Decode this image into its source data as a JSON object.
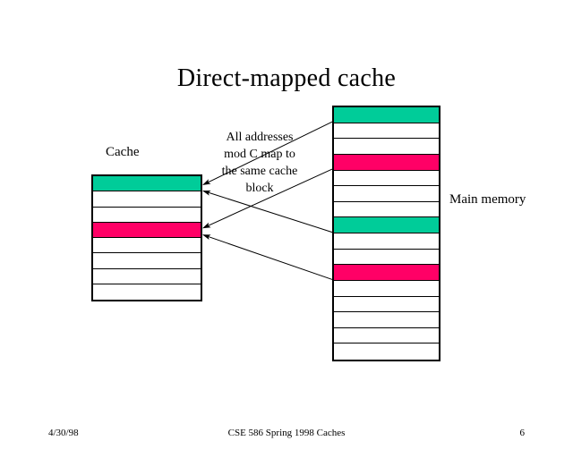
{
  "slide": {
    "title": "Direct-mapped cache",
    "annotation_lines": [
      "All addresses",
      "mod C map to",
      "the same cache",
      "block"
    ],
    "cache_label": "Cache",
    "memory_label": "Main memory"
  },
  "colors": {
    "green": "#00CC99",
    "pink": "#FF0066",
    "outline": "#000000",
    "background": "#FFFFFF"
  },
  "diagram": {
    "cache": {
      "label": "Cache",
      "block_count": 8,
      "blocks": [
        {
          "index": 0,
          "fill": "#00CC99"
        },
        {
          "index": 1,
          "fill": "#FFFFFF"
        },
        {
          "index": 2,
          "fill": "#FFFFFF"
        },
        {
          "index": 3,
          "fill": "#FF0066"
        },
        {
          "index": 4,
          "fill": "#FFFFFF"
        },
        {
          "index": 5,
          "fill": "#FFFFFF"
        },
        {
          "index": 6,
          "fill": "#FFFFFF"
        },
        {
          "index": 7,
          "fill": "#FFFFFF"
        }
      ]
    },
    "main_memory": {
      "label": "Main memory",
      "block_count": 16,
      "blocks": [
        {
          "index": 0,
          "fill": "#00CC99"
        },
        {
          "index": 1,
          "fill": "#FFFFFF"
        },
        {
          "index": 2,
          "fill": "#FFFFFF"
        },
        {
          "index": 3,
          "fill": "#FF0066"
        },
        {
          "index": 4,
          "fill": "#FFFFFF"
        },
        {
          "index": 5,
          "fill": "#FFFFFF"
        },
        {
          "index": 6,
          "fill": "#FFFFFF"
        },
        {
          "index": 7,
          "fill": "#00CC99"
        },
        {
          "index": 8,
          "fill": "#FFFFFF"
        },
        {
          "index": 9,
          "fill": "#FFFFFF"
        },
        {
          "index": 10,
          "fill": "#FF0066"
        },
        {
          "index": 11,
          "fill": "#FFFFFF"
        },
        {
          "index": 12,
          "fill": "#FFFFFF"
        },
        {
          "index": 13,
          "fill": "#FFFFFF"
        },
        {
          "index": 14,
          "fill": "#FFFFFF"
        },
        {
          "index": 15,
          "fill": "#FFFFFF"
        }
      ]
    },
    "mappings": [
      {
        "from_memory_block": 0,
        "to_cache_block": 0
      },
      {
        "from_memory_block": 7,
        "to_cache_block": 0
      },
      {
        "from_memory_block": 3,
        "to_cache_block": 3
      },
      {
        "from_memory_block": 10,
        "to_cache_block": 3
      }
    ]
  },
  "footer": {
    "date": "4/30/98",
    "center": "CSE 586 Spring 1998 Caches",
    "page": "6"
  }
}
